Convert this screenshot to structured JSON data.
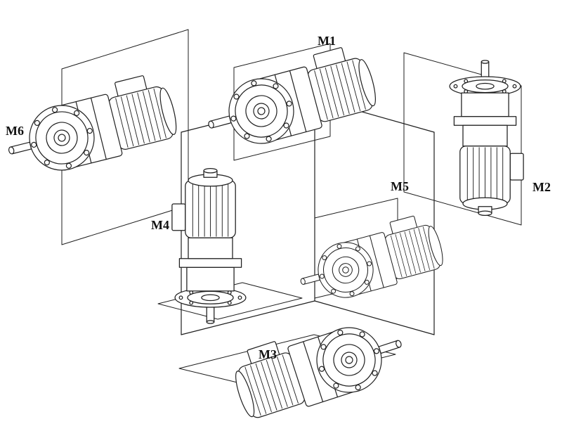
{
  "diagram": {
    "labels": {
      "m1": "M1",
      "m2": "M2",
      "m3": "M3",
      "m4": "M4",
      "m5": "M5",
      "m6": "M6"
    },
    "colors": {
      "ink": "#1f1f1f",
      "background": "#ffffff"
    }
  }
}
